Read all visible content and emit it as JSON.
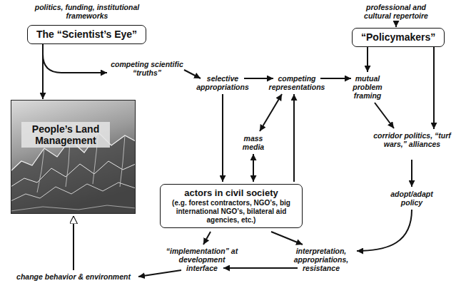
{
  "diagram": {
    "nodes": [
      {
        "text": [
          "The “Scientist’s Eye”"
        ]
      },
      {
        "text": [
          "“Policymakers”"
        ]
      },
      {
        "text": [
          "People’s Land Management"
        ]
      },
      {
        "text": [
          "actors in civil society",
          "(e.g. forest contractors, NGO’s, big international NGO’s, bilateral aid agencies, etc.)"
        ]
      }
    ],
    "edges": [
      {
        "from": 0,
        "to": 2,
        "arrow": "to"
      }
    ],
    "labels": [
      "politics, funding, institutional frameworks",
      "professional and cultural repertoire",
      "competing scientific “truths”",
      "selective appropriations",
      "competing representations",
      "mutual problem framing",
      "mass media",
      "corridor politics, “turf wars,” alliances",
      "adopt/adapt policy",
      "interpretation, appropriations, resistance",
      "“implementation” at development interface",
      "change behavior & environment"
    ]
  }
}
